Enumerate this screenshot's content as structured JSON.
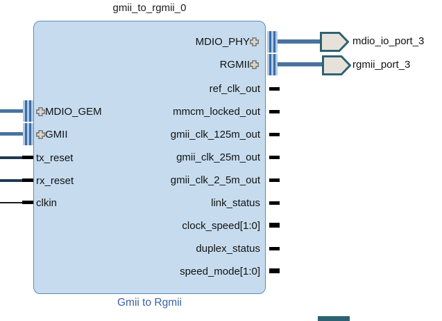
{
  "block": {
    "instance_name": "gmii_to_rgmii_0",
    "display_name": "Gmii to Rgmii",
    "left_ports": [
      {
        "label": "MDIO_GEM",
        "kind": "interface"
      },
      {
        "label": "GMII",
        "kind": "interface"
      },
      {
        "label": "tx_reset",
        "kind": "input"
      },
      {
        "label": "rx_reset",
        "kind": "input"
      },
      {
        "label": "clkin",
        "kind": "clock-input"
      }
    ],
    "right_ports": [
      {
        "label": "MDIO_PHY",
        "kind": "interface"
      },
      {
        "label": "RGMII",
        "kind": "interface"
      },
      {
        "label": "ref_clk_out",
        "kind": "output"
      },
      {
        "label": "mmcm_locked_out",
        "kind": "output"
      },
      {
        "label": "gmii_clk_125m_out",
        "kind": "output"
      },
      {
        "label": "gmii_clk_25m_out",
        "kind": "output"
      },
      {
        "label": "gmii_clk_2_5m_out",
        "kind": "output"
      },
      {
        "label": "link_status",
        "kind": "output"
      },
      {
        "label": "clock_speed[1:0]",
        "kind": "output-bus"
      },
      {
        "label": "duplex_status",
        "kind": "output"
      },
      {
        "label": "speed_mode[1:0]",
        "kind": "output-bus"
      }
    ]
  },
  "external_ports": [
    {
      "label": "mdio_io_port_3"
    },
    {
      "label": "rgmii_port_3"
    },
    {
      "partial": true
    }
  ],
  "colors": {
    "block_fill": "#c6dcee",
    "block_border": "#5d8ab9",
    "interface_wire": "#49739f",
    "reset_wire": "#1f3a55",
    "stub": "#000000",
    "ext_port_fill": "#e7e2d9",
    "ext_port_border": "#2d6272",
    "display_name_text": "#3a61a5"
  }
}
